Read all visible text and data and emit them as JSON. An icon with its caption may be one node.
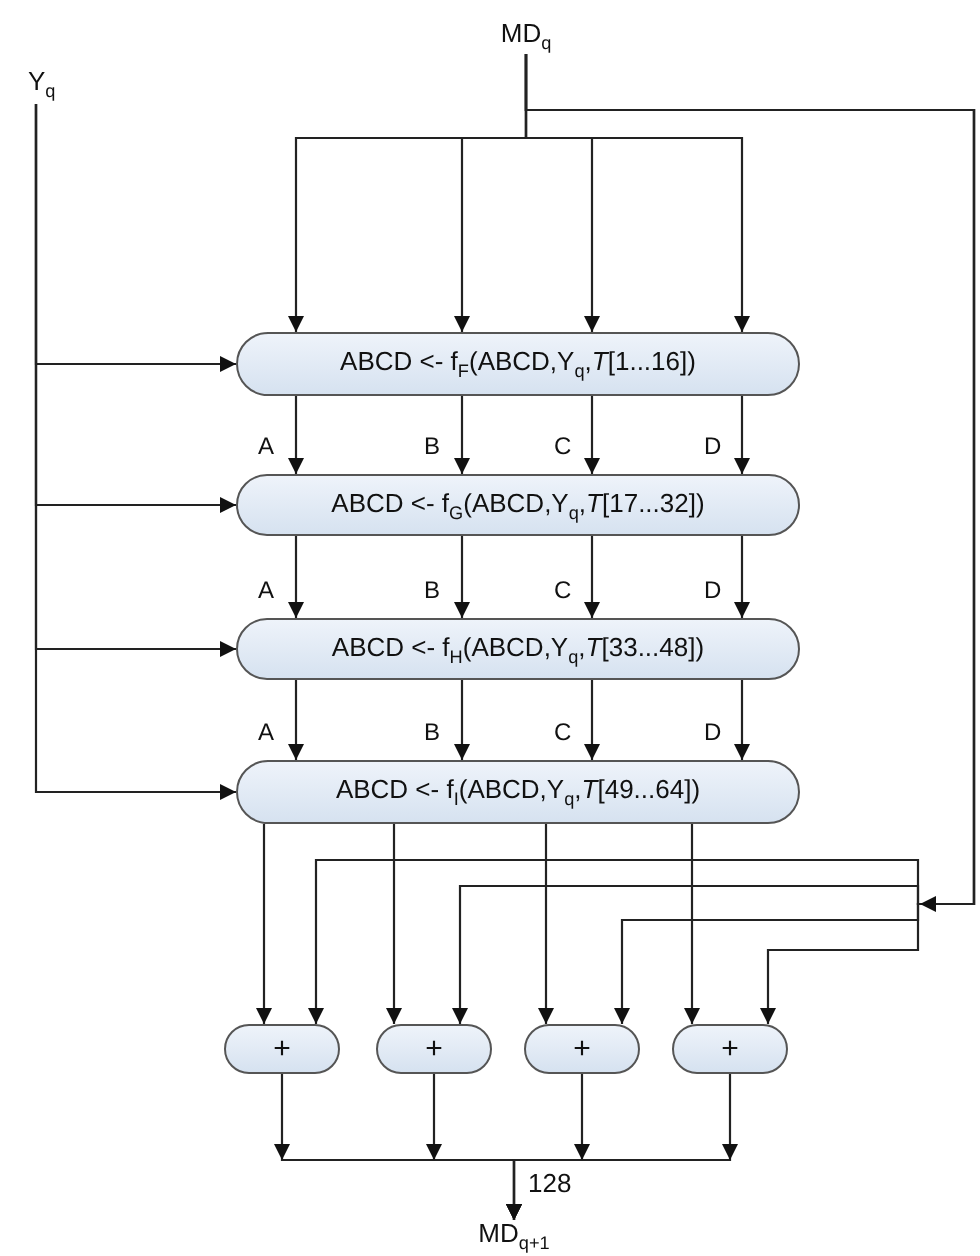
{
  "diagram": {
    "nodes": [
      {
        "text": [
          "MD$_{q}$"
        ]
      },
      {
        "text": [
          "Y$_{q}$"
        ]
      },
      {
        "text": [
          "ABCD <- f$_{F}$(ABCD,Y$_{q}$,*T*[1...16])"
        ]
      },
      {
        "text": [
          "ABCD <- f$_{G}$(ABCD,Y$_{q}$,*T*[17...32])"
        ]
      },
      {
        "text": [
          "ABCD <- f$_{H}$(ABCD,Y$_{q}$,*T*[33...48])"
        ]
      },
      {
        "text": [
          "ABCD <- f$_{I}$(ABCD,Y$_{q}$,*T*[49...64])"
        ]
      },
      {
        "text": [
          "+"
        ]
      },
      {
        "text": [
          "+"
        ]
      },
      {
        "text": [
          "+"
        ]
      },
      {
        "text": [
          "+"
        ]
      },
      {
        "text": [
          "MD$_{q+1}$"
        ]
      }
    ],
    "edges": [
      {
        "from": 0,
        "to": 2,
        "arrow": "to"
      },
      {
        "from": 0,
        "to": 2,
        "arrow": "to"
      },
      {
        "from": 0,
        "to": 2,
        "arrow": "to"
      },
      {
        "from": 0,
        "to": 2,
        "arrow": "to"
      },
      {
        "from": 1,
        "to": 2,
        "arrow": "to"
      },
      {
        "from": 1,
        "to": 3,
        "arrow": "to"
      },
      {
        "from": 1,
        "to": 4,
        "arrow": "to"
      },
      {
        "from": 1,
        "to": 5,
        "arrow": "to"
      },
      {
        "from": 2,
        "to": 3,
        "label": "A",
        "arrow": "to"
      },
      {
        "from": 2,
        "to": 3,
        "label": "B",
        "arrow": "to"
      },
      {
        "from": 2,
        "to": 3,
        "label": "C",
        "arrow": "to"
      },
      {
        "from": 2,
        "to": 3,
        "label": "D",
        "arrow": "to"
      },
      {
        "from": 3,
        "to": 4,
        "label": "A",
        "arrow": "to"
      },
      {
        "from": 3,
        "to": 4,
        "label": "B",
        "arrow": "to"
      },
      {
        "from": 3,
        "to": 4,
        "label": "C",
        "arrow": "to"
      },
      {
        "from": 3,
        "to": 4,
        "label": "D",
        "arrow": "to"
      },
      {
        "from": 4,
        "to": 5,
        "label": "A",
        "arrow": "to"
      },
      {
        "from": 4,
        "to": 5,
        "label": "B",
        "arrow": "to"
      },
      {
        "from": 4,
        "to": 5,
        "label": "C",
        "arrow": "to"
      },
      {
        "from": 4,
        "to": 5,
        "label": "D",
        "arrow": "to"
      },
      {
        "from": 5,
        "to": 6,
        "arrow": "to"
      },
      {
        "from": 5,
        "to": 7,
        "arrow": "to"
      },
      {
        "from": 5,
        "to": 8,
        "arrow": "to"
      },
      {
        "from": 5,
        "to": 9,
        "arrow": "to"
      },
      {
        "from": 0,
        "to": 6,
        "arrow": "to"
      },
      {
        "from": 0,
        "to": 7,
        "arrow": "to"
      },
      {
        "from": 0,
        "to": 8,
        "arrow": "to"
      },
      {
        "from": 0,
        "to": 9,
        "arrow": "to"
      },
      {
        "from": 6,
        "to": 10,
        "arrow": "to"
      },
      {
        "from": 7,
        "to": 10,
        "arrow": "to"
      },
      {
        "from": 8,
        "to": 10,
        "arrow": "to"
      },
      {
        "from": 9,
        "to": 10,
        "arrow": "to"
      }
    ],
    "labels": [
      "128"
    ]
  }
}
